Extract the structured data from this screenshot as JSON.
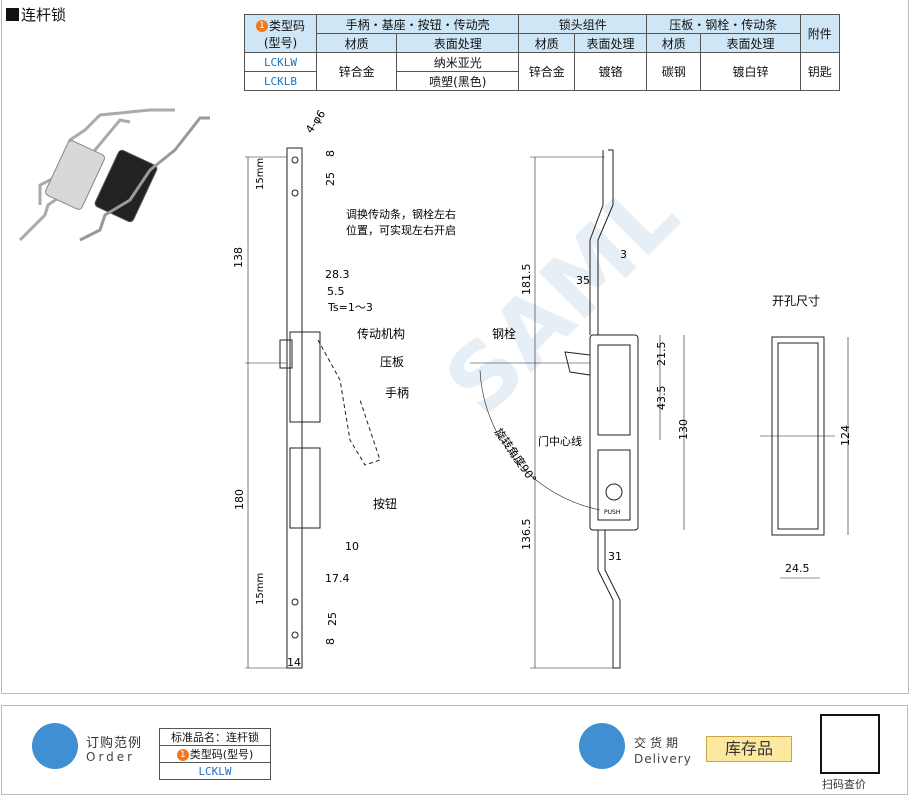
{
  "title": "连杆锁",
  "spec_table": {
    "col_type": "类型码",
    "col_model": "(型号)",
    "badge": "1",
    "group1": "手柄・基座・按钮・传动壳",
    "group2": "锁头组件",
    "group3": "压板・钢栓・传动条",
    "group4": "附件",
    "material": "材质",
    "surface": "表面处理",
    "code1": "LCKLW",
    "code2": "LCKLB",
    "g1_material": "锌合金",
    "g1_surface1": "纳米亚光",
    "g1_surface2": "喷塑(黑色)",
    "g2_material": "锌合金",
    "g2_surface": "镀铬",
    "g3_material": "碳钢",
    "g3_surface": "镀白锌",
    "g4": "钥匙"
  },
  "drawing": {
    "dim_4phi6": "4-φ6",
    "dim_8a": "8",
    "dim_25a": "25",
    "dim_15mm_a": "15mm",
    "dim_138": "138",
    "note_adjust1": "调换传动条，钢栓左右",
    "note_adjust2": "位置，可实现左右开启",
    "dim_28_3": "28.3",
    "dim_5_5": "5.5",
    "dim_ts": "Ts=1～3",
    "label_mech": "传动机构",
    "label_plate": "压板",
    "label_handle": "手柄",
    "label_button": "按钮",
    "dim_180": "180",
    "dim_10": "10",
    "dim_17_4": "17.4",
    "dim_15mm_b": "15mm",
    "dim_25b": "25",
    "dim_8b": "8",
    "dim_14": "14",
    "dim_3": "3",
    "dim_35": "35",
    "dim_181_5": "181.5",
    "label_bolt": "钢栓",
    "dim_21_5": "21.5",
    "dim_43_5": "43.5",
    "dim_130": "130",
    "label_center": "门中心线",
    "label_angle": "旋转角度90°",
    "label_push": "PUSH",
    "dim_136_5": "136.5",
    "dim_31": "31",
    "cutout_title": "开孔尺寸",
    "dim_124": "124",
    "dim_24_5": "24.5",
    "watermark": "SAML"
  },
  "footer": {
    "order_title": "订购范例",
    "order_sub": "Order",
    "std_name_label": "标准品名：连杆锁",
    "type_label": "类型码(型号)",
    "badge": "1",
    "example_code": "LCKLW",
    "delivery_title": "交货期",
    "delivery_sub": "Delivery",
    "stock": "库存品",
    "qr_label": "扫码查价"
  }
}
